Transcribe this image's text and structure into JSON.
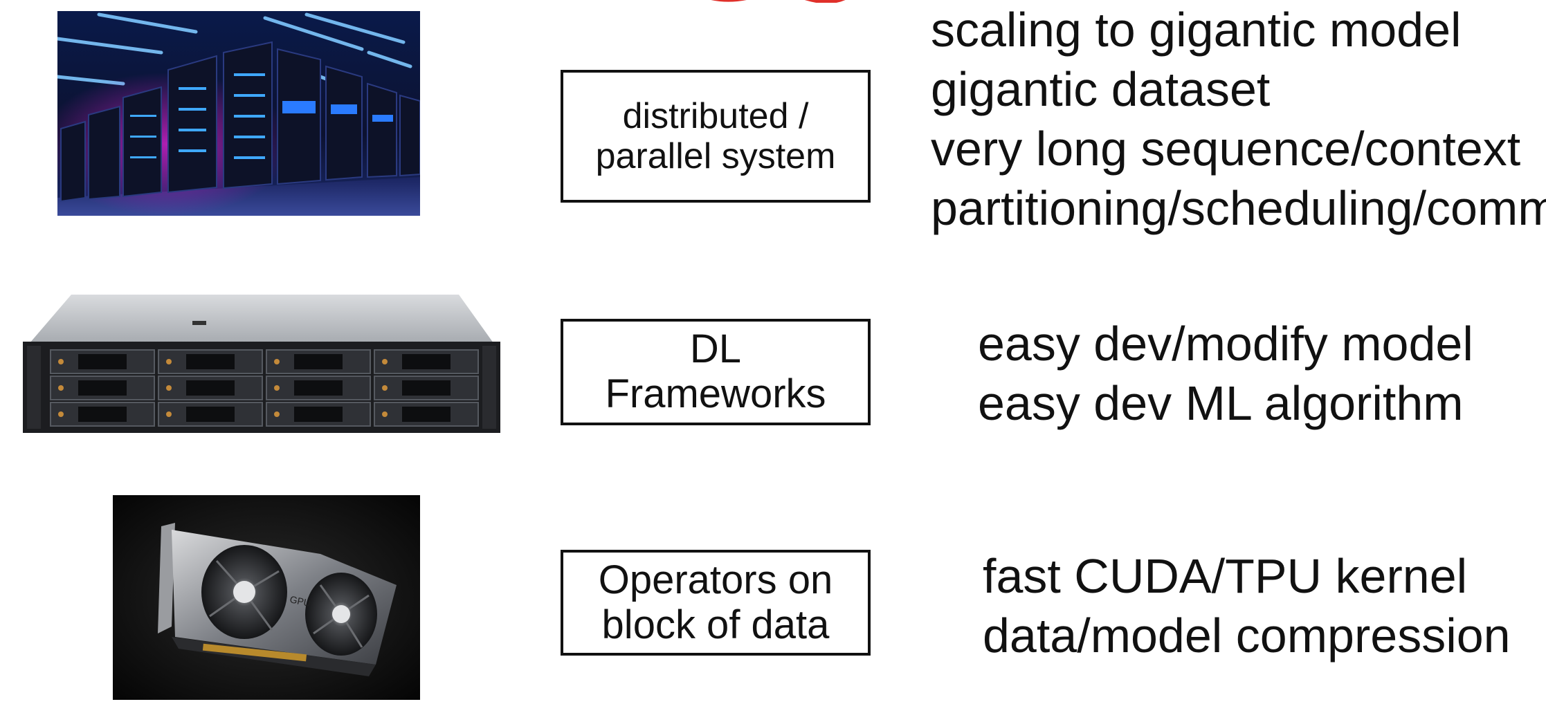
{
  "layers": [
    {
      "id": "system",
      "image_icon": "datacenter-image",
      "box_lines": [
        "distributed /",
        "parallel system"
      ],
      "desc_lines": [
        "scaling to gigantic model",
        "gigantic dataset",
        "very long sequence/context",
        "partitioning/scheduling/comm"
      ]
    },
    {
      "id": "framework",
      "image_icon": "rack-server-image",
      "box_lines": [
        "DL",
        "Frameworks"
      ],
      "desc_lines": [
        "easy dev/modify model",
        "easy dev ML algorithm"
      ]
    },
    {
      "id": "operators",
      "image_icon": "gpu-card-image",
      "box_lines": [
        "Operators on",
        "block of data"
      ],
      "desc_lines": [
        "fast CUDA/TPU kernel",
        "data/model compression"
      ]
    }
  ],
  "colors": {
    "text": "#111111",
    "border": "#111111",
    "cutoff_accent": "#e0302a"
  }
}
